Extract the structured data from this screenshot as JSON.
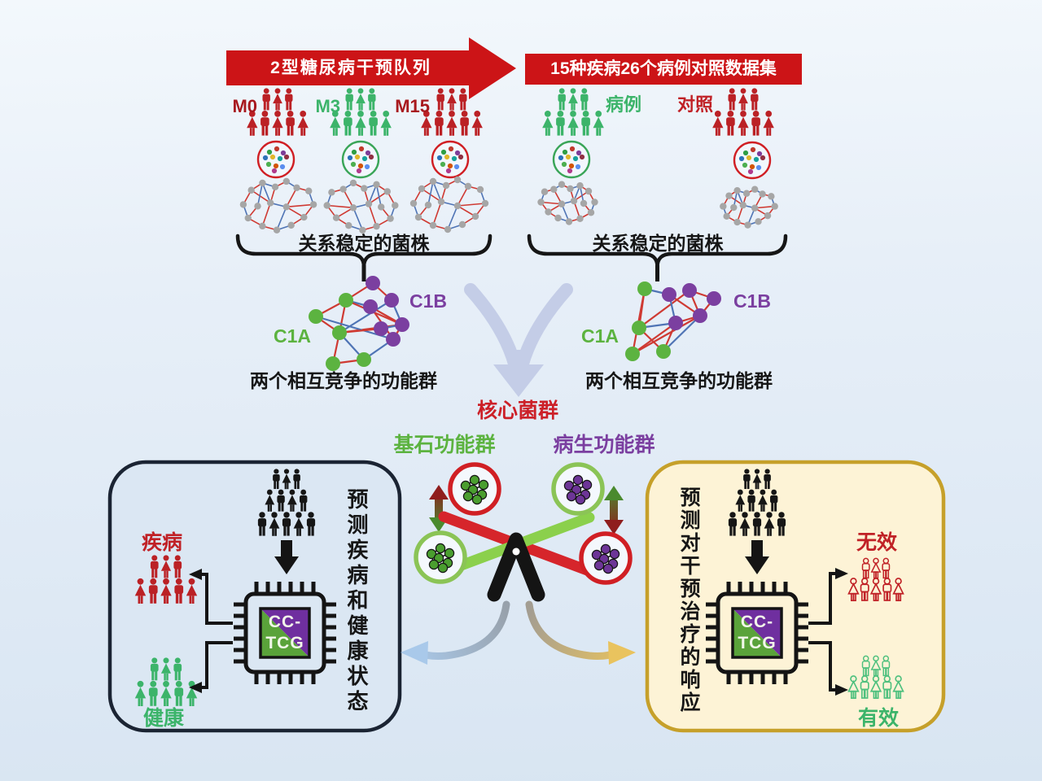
{
  "colors": {
    "banner_red": "#cc1417",
    "people_red": "#bb2125",
    "people_green": "#3cb46a",
    "people_black": "#161616",
    "label_dark_red": "#a8191e",
    "label_red": "#c02126",
    "c1a_green": "#5cb340",
    "c1b_purple": "#7b3fa0",
    "core_red": "#cc2028",
    "lavender_arrow": "#c4cde7",
    "left_box_fill": "#dbe7f3",
    "left_box_border": "#1b2433",
    "right_box_fill": "#fdf3d6",
    "right_box_border": "#c6a02a",
    "edge_red": "#cf3a33",
    "edge_blue": "#4f74b5",
    "node_gray": "#a6a6a6",
    "ring_red": "#d01f24",
    "ring_green": "#8bc456",
    "beam_red": "#d6252b",
    "beam_green": "#8bd04c",
    "cluster_green": "#4a9e2f",
    "cluster_purple": "#6d3597",
    "chip_purple": "#6f2f9f",
    "chip_green": "#5aa33a",
    "curve_blue": "#a9c9ea",
    "curve_gold": "#e9c35e",
    "grad_maroon": "#8f1d1d",
    "grad_green": "#4a8a2e",
    "dot_palette": [
      "#2f9e44",
      "#c0392b",
      "#7d3c98",
      "#2d72b8",
      "#e0b62a",
      "#18a29b",
      "#903043",
      "#4caf50",
      "#d35400",
      "#5b8def",
      "#b03a8c"
    ]
  },
  "top": {
    "left_banner": "2型糖尿病干预队列",
    "right_banner": "15种疾病26个病例对照数据集",
    "cohorts": [
      {
        "label": "M0"
      },
      {
        "label": "M3"
      },
      {
        "label": "M15"
      }
    ],
    "case_label": "病例",
    "control_label": "对照"
  },
  "middle": {
    "stable_strains": "关系稳定的菌株",
    "c1a": "C1A",
    "c1b": "C1B",
    "competing": "两个相互竞争的功能群",
    "core": "核心菌群",
    "keystone": "基石功能群",
    "pathogenic": "病生功能群"
  },
  "left_box": {
    "vertical_text": "预测疾病和健康状态",
    "disease_label": "疾病",
    "health_label": "健康"
  },
  "right_box": {
    "vertical_text": "预测对干预治疗的响应",
    "ineffective_label": "无效",
    "effective_label": "有效"
  },
  "chip": {
    "line1": "CC-",
    "line2": "TCG"
  },
  "people": {
    "cohort_rows": [
      3,
      5
    ],
    "pyramid_rows": [
      3,
      4,
      5
    ],
    "outcome_rows": [
      3,
      5
    ]
  }
}
